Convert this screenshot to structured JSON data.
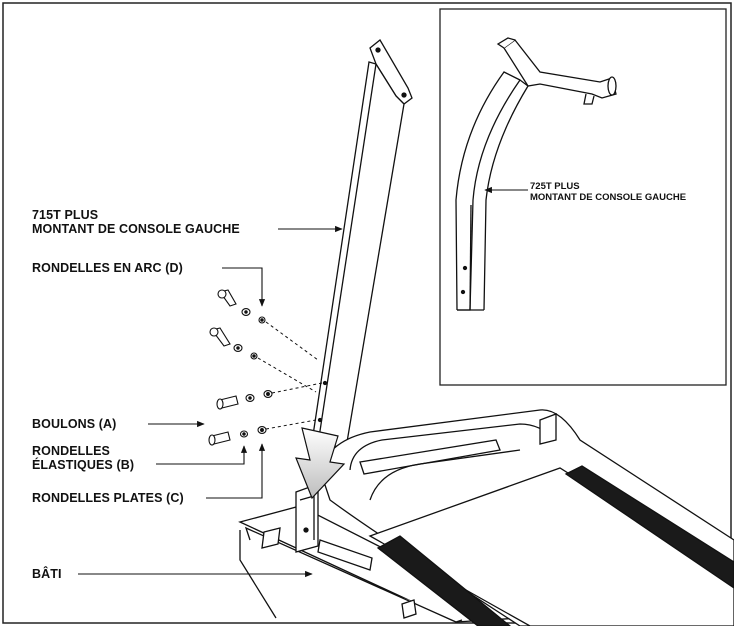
{
  "labels": {
    "model_715": "715T PLUS",
    "montant_gauche_715": "MONTANT DE CONSOLE GAUCHE",
    "rondelles_arc": "RONDELLES EN ARC (D)",
    "boulons": "BOULONS (A)",
    "rondelles_elastiques_1": "RONDELLES",
    "rondelles_elastiques_2": "ÉLASTIQUES (B)",
    "rondelles_plates": "RONDELLES PLATES (C)",
    "bati": "BÂTI",
    "model_725": "725T PLUS",
    "montant_gauche_725": "MONTANT DE CONSOLE GAUCHE"
  },
  "colors": {
    "line": "#111111",
    "belt": "#1a1a1a",
    "arrow_fill": "#d8d8d8"
  }
}
